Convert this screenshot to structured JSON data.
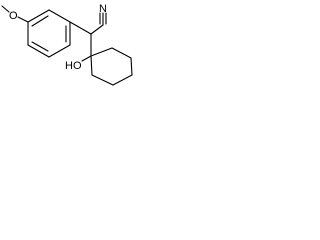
{
  "molecule": {
    "labels": {
      "methoxy_oxygen": "O",
      "nitrile_nitrogen": "N",
      "hydroxyl": "HO"
    }
  }
}
